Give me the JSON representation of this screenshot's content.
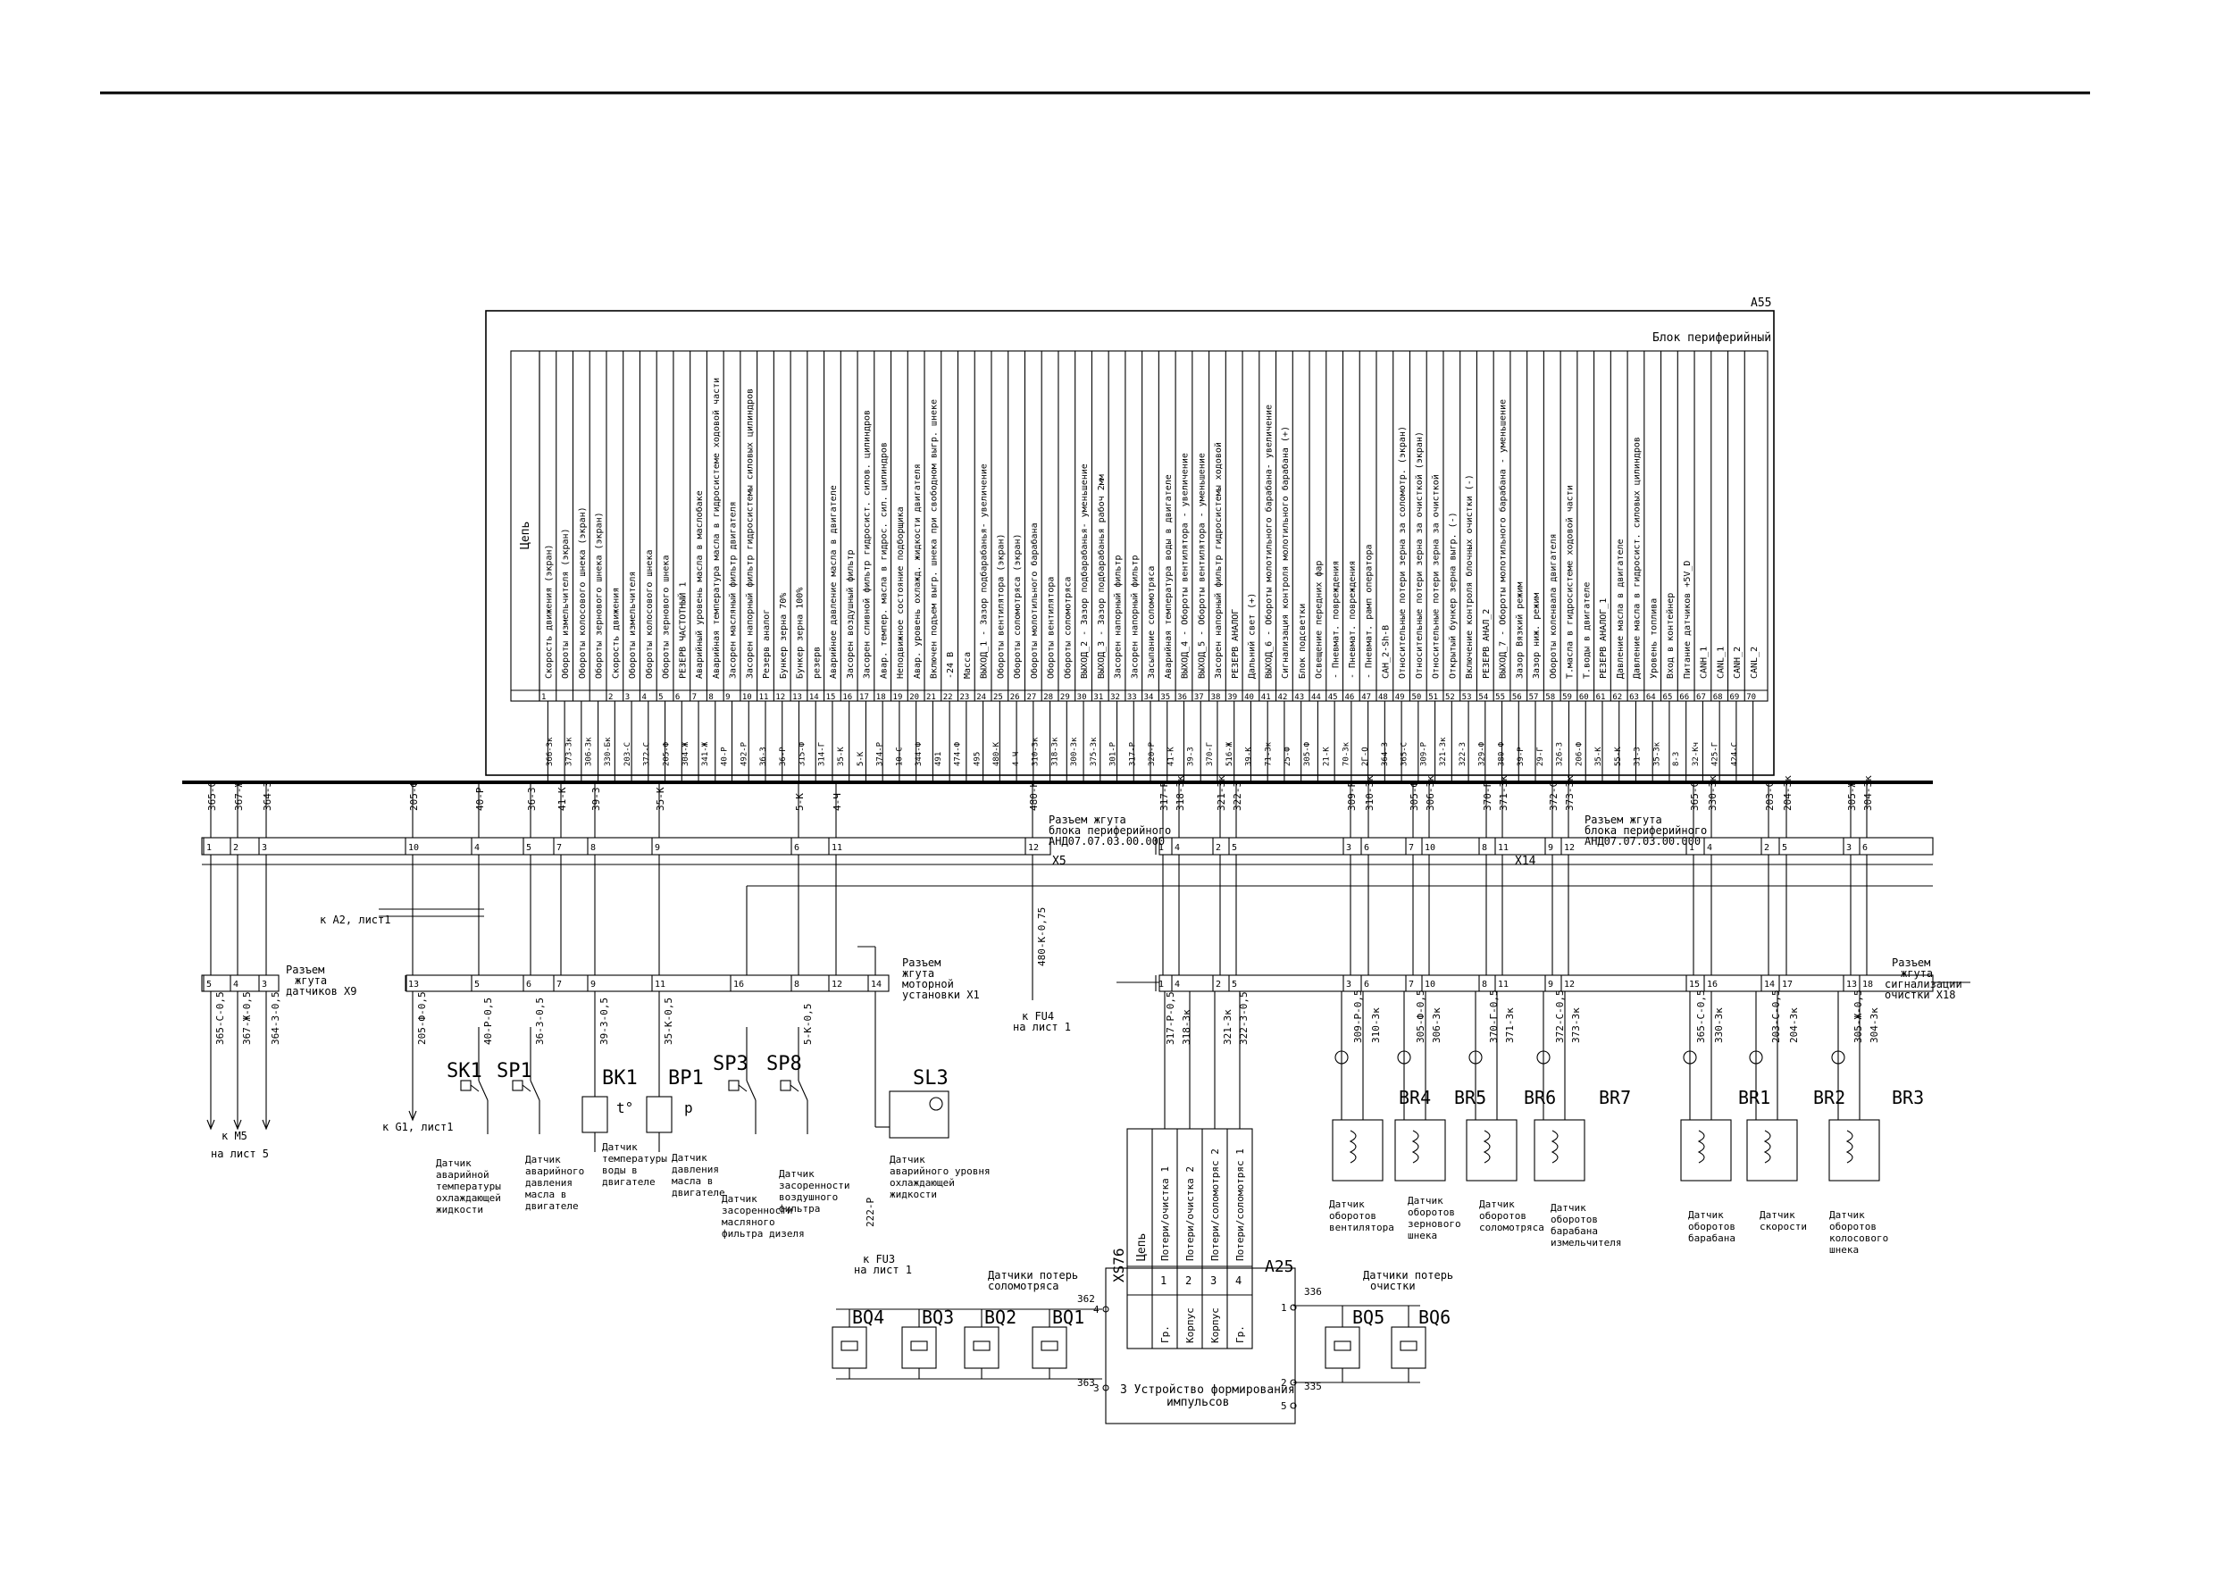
{
  "block": {
    "designator": "A55",
    "title": "Блок периферийный",
    "header_label": "Цепь",
    "signals": [
      {
        "n": "1",
        "label": "Скорость движения (экран)"
      },
      {
        "n": "",
        "label": "Обороты измельчителя (экран)"
      },
      {
        "n": "",
        "label": "Обороты колосового шнека (экран)"
      },
      {
        "n": "",
        "label": "Обороты зернового шнека (экран)"
      },
      {
        "n": "2",
        "label": "Скорость движения"
      },
      {
        "n": "3",
        "label": "Обороты измельчителя"
      },
      {
        "n": "4",
        "label": "Обороты колосового шнека"
      },
      {
        "n": "5",
        "label": "Обороты зернового шнека"
      },
      {
        "n": "6",
        "label": "РЕЗЕРВ ЧАСТОТНЫЙ 1"
      },
      {
        "n": "7",
        "label": "Аварийный уровень масла в маслобаке"
      },
      {
        "n": "8",
        "label": "Аварийная температура масла в гидросистеме ходовой части"
      },
      {
        "n": "9",
        "label": "Засорен масляный фильтр двигателя"
      },
      {
        "n": "10",
        "label": "Засорен напорный фильтр гидросистемы силовых цилиндров"
      },
      {
        "n": "11",
        "label": "Резерв аналог"
      },
      {
        "n": "12",
        "label": "Бункер зерна 70%"
      },
      {
        "n": "13",
        "label": "Бункер зерна 100%"
      },
      {
        "n": "14",
        "label": "резерв"
      },
      {
        "n": "15",
        "label": "Аварийное давление масла в двигателе"
      },
      {
        "n": "16",
        "label": "Засорен воздушный фильтр"
      },
      {
        "n": "17",
        "label": "Засорен сливной фильтр гидросист. силов. цилиндров"
      },
      {
        "n": "18",
        "label": "Авар. темпер. масла в гидрос. сил. цилиндров"
      },
      {
        "n": "19",
        "label": "Неподвижное состояние подборщика"
      },
      {
        "n": "20",
        "label": "Авар. уровень охлажд. жидкости двигателя"
      },
      {
        "n": "21",
        "label": "Включен подъем выгр. шнека при свободном выгр. шнеке"
      },
      {
        "n": "22",
        "label": "-24 В"
      },
      {
        "n": "23",
        "label": "Масса"
      },
      {
        "n": "24",
        "label": "ВЫХОД_1 - Зазор подбарабанья- увеличение"
      },
      {
        "n": "25",
        "label": "Обороты вентилятора (экран)"
      },
      {
        "n": "26",
        "label": "Обороты соломотряса (экран)"
      },
      {
        "n": "27",
        "label": "Обороты молотильного барабана"
      },
      {
        "n": "28",
        "label": "Обороты вентилятора"
      },
      {
        "n": "29",
        "label": "Обороты соломотряса"
      },
      {
        "n": "30",
        "label": "ВЫХОД_2 - Зазор подбарабанья- уменьшение"
      },
      {
        "n": "31",
        "label": "ВЫХОД_3 - Зазор подбарабанья рабоч 2мм"
      },
      {
        "n": "32",
        "label": "Засорен напорный фильтр"
      },
      {
        "n": "33",
        "label": "Засорен напорный фильтр"
      },
      {
        "n": "34",
        "label": "Засыпание соломотряса"
      },
      {
        "n": "35",
        "label": "Аварийная температура воды в двигателе"
      },
      {
        "n": "36",
        "label": "ВЫХОД_4 - Обороты вентилятора - увеличение"
      },
      {
        "n": "37",
        "label": "ВЫХОД_5 - Обороты вентилятора - уменьшение"
      },
      {
        "n": "38",
        "label": "Засорен напорный фильтр гидросистемы ходовой"
      },
      {
        "n": "39",
        "label": "РЕЗЕРВ АНАЛОГ"
      },
      {
        "n": "40",
        "label": "Дальний свет (+)"
      },
      {
        "n": "41",
        "label": "ВЫХОД_6 - Обороты молотильного барабана- увеличение"
      },
      {
        "n": "42",
        "label": "Сигнализация контроля молотильного барабана (+)"
      },
      {
        "n": "43",
        "label": "Блок подсветки"
      },
      {
        "n": "44",
        "label": "Освещение передних фар"
      },
      {
        "n": "45",
        "label": "- Пневмат. повреждения"
      },
      {
        "n": "46",
        "label": "- Пневмат. повреждения"
      },
      {
        "n": "47",
        "label": "- Пневмат. рамп оператора"
      },
      {
        "n": "48",
        "label": "САН_2-Sh-B"
      },
      {
        "n": "49",
        "label": "Относительные потери зерна за соломотр. (экран)"
      },
      {
        "n": "50",
        "label": "Относительные потери зерна за очисткой (экран)"
      },
      {
        "n": "51",
        "label": "Относительные потери зерна за очисткой"
      },
      {
        "n": "52",
        "label": "Открытый бункер зерна выгр. (-)"
      },
      {
        "n": "53",
        "label": "Включение контроля блочных очистки (-)"
      },
      {
        "n": "54",
        "label": "РЕЗЕРВ АНАЛ_2"
      },
      {
        "n": "55",
        "label": "ВЫХОД_7 - Обороты молотильного барабана - уменьшение"
      },
      {
        "n": "56",
        "label": "Зазор Вязкий режим"
      },
      {
        "n": "57",
        "label": "Зазор ниж. режим"
      },
      {
        "n": "58",
        "label": "Обороты коленвала двигателя"
      },
      {
        "n": "59",
        "label": "Т.масла в гидросистеме ходовой части"
      },
      {
        "n": "60",
        "label": "Т.воды в двигателе"
      },
      {
        "n": "61",
        "label": "РЕЗЕРВ АНАЛОГ_1"
      },
      {
        "n": "62",
        "label": "Давление масла в двигателе"
      },
      {
        "n": "63",
        "label": "Давление масла в гидросист. силовых цилиндров"
      },
      {
        "n": "64",
        "label": "Уровень топлива"
      },
      {
        "n": "65",
        "label": "Вход в контейнер"
      },
      {
        "n": "66",
        "label": "Питание датчиков +5V_D"
      },
      {
        "n": "67",
        "label": "CANH_1"
      },
      {
        "n": "68",
        "label": "CANL_1"
      },
      {
        "n": "69",
        "label": "CANH_2"
      },
      {
        "n": "70",
        "label": "CANL_2"
      }
    ],
    "wire_marks": [
      "366-Зк",
      "373-Зк",
      "306-Зк",
      "330-Бк",
      "203-С",
      "372-С",
      "205-Ф",
      "304-Ж",
      "341-Ж",
      "40-Р",
      "492-Р",
      "36-3",
      "36-Р",
      "315-Ф",
      "314-Г",
      "35-К",
      "5-К",
      "374-Р",
      "10-С",
      "344-Ф",
      "491",
      "474-Ф",
      "495",
      "480-К",
      "4-Ч",
      "310-Зк",
      "318-Зк",
      "300-Зк",
      "375-Зк",
      "301-Р",
      "317-Р",
      "320-Р",
      "41-К",
      "39-3",
      "370-Г",
      "516-Ж",
      "39-К",
      "71-Зк",
      "25-Ф",
      "305-Ф",
      "21-К",
      "70-Зк",
      "2Г-О",
      "364-3",
      "365-С",
      "309-Р",
      "321-Зк",
      "322-3",
      "329-Ф",
      "380-Ф",
      "39-Р",
      "29-Г",
      "326-3",
      "206-Ф",
      "35-К",
      "55-К",
      "31-3",
      "35-Зк",
      "8-З",
      "32-Кч",
      "425-Г",
      "424-С"
    ]
  },
  "connectors": {
    "x5": {
      "title": "Разъем жгута",
      "subtitle": "блока периферийного",
      "doc": "АНД07.07.03.00.000",
      "id": "X5"
    },
    "x14": {
      "title": "Разъем жгута",
      "subtitle": "блока периферийного",
      "doc": "АНД07.07.03.00.000",
      "id": "X14"
    },
    "x9": {
      "lines": [
        "Разъем",
        "жгута",
        "датчиков Х9"
      ]
    },
    "x1": {
      "lines": [
        "Разъем",
        "жгута",
        "моторной",
        "установки Х1"
      ]
    },
    "x18": {
      "lines": [
        "Разъем",
        "жгута",
        "сигнализации",
        "очистки Х18"
      ]
    }
  },
  "top_wires": [
    "365-С",
    "367-Ж",
    "364-3",
    "205-Ф",
    "40-Р",
    "36-3",
    "41-К",
    "39-3",
    "35-К",
    "5-К",
    "4-Ч",
    "480-К",
    "317-Р",
    "318-Зк",
    "321-Зк",
    "322-3",
    "309-Р",
    "310-Зк",
    "305-Ф",
    "306-Зк",
    "370-Г",
    "371-Зк",
    "372-С",
    "373-Зк",
    "365-С",
    "330-Зк",
    "203-С",
    "204-Зк",
    "305-Ж",
    "304-Зк"
  ],
  "x5_pins": [
    "1",
    "2",
    "3",
    "10",
    "4",
    "5",
    "7",
    "8",
    "9",
    "6",
    "11",
    "12"
  ],
  "x14_pins": [
    "1",
    "4",
    "2",
    "5",
    "3",
    "6",
    "7",
    "10",
    "8",
    "11",
    "9",
    "12",
    "1",
    "4",
    "2",
    "5",
    "3",
    "6"
  ],
  "x9_pins": [
    "5",
    "4",
    "3"
  ],
  "x1_pins": [
    "13",
    "5",
    "6",
    "7",
    "9",
    "11",
    "16",
    "8",
    "12",
    "14"
  ],
  "x18_pins": [
    "1",
    "4",
    "2",
    "5",
    "3",
    "6",
    "7",
    "10",
    "8",
    "11",
    "9",
    "12",
    "15",
    "16",
    "14",
    "17",
    "13",
    "18"
  ],
  "lower_wires": [
    "365-С-0,5",
    "367-Ж-0,5",
    "364-3-0,5",
    "205-Ф-0,5",
    "40-Р-0,5",
    "36-3-0,5",
    "39-3-0,5",
    "35-К-0,5",
    "5-К-0,5",
    "317-Р-0,5",
    "318-Зк",
    "321-Зк",
    "322-3-0,5",
    "309-Р-0,5",
    "310-Зк",
    "305-Ф-0,5",
    "306-Зк",
    "370-Г-0,5",
    "371-Зк",
    "372-С-0,5",
    "373-Зк",
    "365-С-0,5",
    "330-Зк",
    "203-С-0,5",
    "204-Зк",
    "305-Ж-0,5",
    "304-Зк",
    "480-К-0,75",
    "222-Р"
  ],
  "refs": {
    "to_m5": "к М5",
    "to_m5_sheet": "на лист 5",
    "to_a2": "к А2, лист1",
    "to_g1": "к G1, лист1",
    "to_fu4": "к FU4",
    "to_fu4_sheet": "на лист 1",
    "to_fu3": "к FU3",
    "to_fu3_sheet": "на лист 1"
  },
  "components": {
    "sk1": {
      "id": "SK1",
      "desc": [
        "Датчик",
        "аварийной",
        "температуры",
        "охлаждающей",
        "жидкости"
      ]
    },
    "sp1": {
      "id": "SP1",
      "desc": [
        "Датчик",
        "аварийного",
        "давления",
        "масла в",
        "двигателе"
      ]
    },
    "bk1": {
      "id": "BK1",
      "symbol": "t°",
      "desc": [
        "Датчик",
        "температуры",
        "воды в",
        "двигателе"
      ]
    },
    "bp1": {
      "id": "BP1",
      "symbol": "p",
      "desc": [
        "Датчик",
        "давления",
        "масла в",
        "двигателе"
      ]
    },
    "sp3": {
      "id": "SP3",
      "desc": [
        "Датчик",
        "засоренности",
        "масляного",
        "фильтра дизеля"
      ]
    },
    "sp8": {
      "id": "SP8",
      "desc": [
        "Датчик",
        "засоренности",
        "воздушного",
        "фильтра"
      ]
    },
    "sl3": {
      "id": "SL3",
      "desc": [
        "Датчик",
        "аварийного уровня",
        "охлаждающей",
        "жидкости"
      ]
    },
    "br4": {
      "id": "BR4",
      "desc": [
        "Датчик",
        "оборотов",
        "вентилятора"
      ]
    },
    "br5": {
      "id": "BR5",
      "desc": [
        "Датчик",
        "оборотов",
        "зернового",
        "шнека"
      ]
    },
    "br6": {
      "id": "BR6",
      "desc": [
        "Датчик",
        "оборотов",
        "соломотряса"
      ]
    },
    "br7": {
      "id": "BR7",
      "desc": [
        "Датчик",
        "оборотов",
        "барабана",
        "измельчителя"
      ]
    },
    "br1": {
      "id": "BR1",
      "desc": [
        "Датчик",
        "оборотов",
        "барабана"
      ]
    },
    "br2": {
      "id": "BR2",
      "desc": [
        "Датчик",
        "скорости"
      ]
    },
    "br3": {
      "id": "BR3",
      "desc": [
        "Датчик",
        "оборотов",
        "колосового",
        "шнека"
      ]
    }
  },
  "xs76": {
    "id": "XS76",
    "header": "Цепь",
    "cols": [
      {
        "n": "1",
        "label": "Потери/очистка 1",
        "side": "Гр."
      },
      {
        "n": "2",
        "label": "Потери/очистка 2",
        "side": "Корпус"
      },
      {
        "n": "3",
        "label": "Потери/соломотряс 2",
        "side": "Корпус"
      },
      {
        "n": "4",
        "label": "Потери/соломотряс 1",
        "side": "Гр."
      }
    ],
    "wires": [
      "317-Р",
      "318-Зк",
      "321-Зк",
      "322-3"
    ]
  },
  "a25": {
    "id": "A25",
    "label": "Устройство формирования импульсов",
    "pins": {
      "p1": "1",
      "p2": "2",
      "p3": "3",
      "p4": "4",
      "p5": "5"
    },
    "wires": {
      "w336": "336",
      "w335": "335",
      "w362": "362",
      "w363": "363"
    }
  },
  "loss_straw": {
    "title": "Датчики потерь соломотряса",
    "items": [
      "BQ4",
      "BQ3",
      "BQ2",
      "BQ1"
    ]
  },
  "loss_clean": {
    "title": "Датчики потерь очистки",
    "items": [
      "BQ5",
      "BQ6"
    ]
  }
}
